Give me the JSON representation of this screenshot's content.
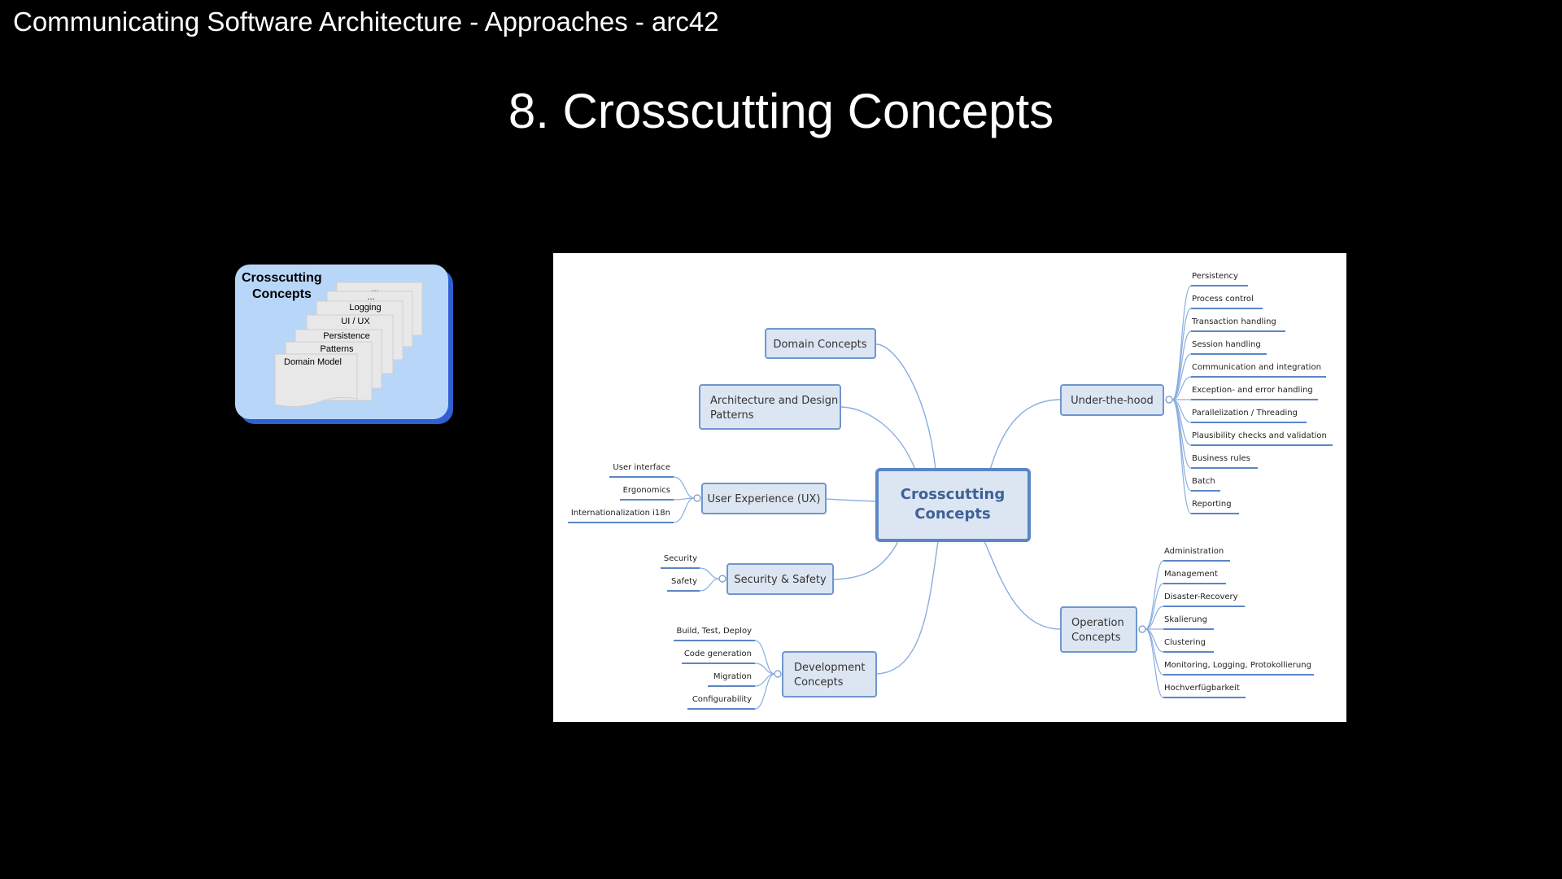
{
  "header": {
    "presentation_title": "Communicating Software Architecture - Approaches - arc42",
    "slide_title": "8. Crosscutting Concepts"
  },
  "icon_card": {
    "title_line1": "Crosscutting",
    "title_line2": "Concepts",
    "pages": [
      "...",
      "...",
      "Logging",
      "UI / UX",
      "Persistence",
      "Patterns",
      "Domain Model"
    ]
  },
  "mindmap": {
    "center": {
      "line1": "Crosscutting",
      "line2": "Concepts"
    },
    "domain_concepts": "Domain Concepts",
    "architecture_patterns": {
      "line1": "Architecture and Design",
      "line2": "Patterns"
    },
    "user_experience": {
      "label": "User Experience (UX)",
      "children": [
        "User interface",
        "Ergonomics",
        "Internationalization i18n"
      ]
    },
    "security_safety": {
      "label": "Security & Safety",
      "children": [
        "Security",
        "Safety"
      ]
    },
    "development_concepts": {
      "line1": "Development",
      "line2": "Concepts",
      "children": [
        "Build, Test, Deploy",
        "Code generation",
        "Migration",
        "Configurability"
      ]
    },
    "under_the_hood": {
      "label": "Under-the-hood",
      "children": [
        "Persistency",
        "Process control",
        "Transaction handling",
        "Session handling",
        "Communication and integration",
        "Exception- and error handling",
        "Parallelization / Threading",
        "Plausibility checks and validation",
        "Business rules",
        "Batch",
        "Reporting"
      ]
    },
    "operation_concepts": {
      "line1": "Operation",
      "line2": "Concepts",
      "children": [
        "Administration",
        "Management",
        "Disaster-Recovery",
        "Skalierung",
        "Clustering",
        "Monitoring, Logging, Protokollierung",
        "Hochverfügbarkeit"
      ]
    },
    "colors": {
      "node_fill": "#dce6f2",
      "node_border": "#6f96cf",
      "center_border": "#5b86c6",
      "center_text": "#3f6197",
      "line": "#8aaee0"
    }
  }
}
